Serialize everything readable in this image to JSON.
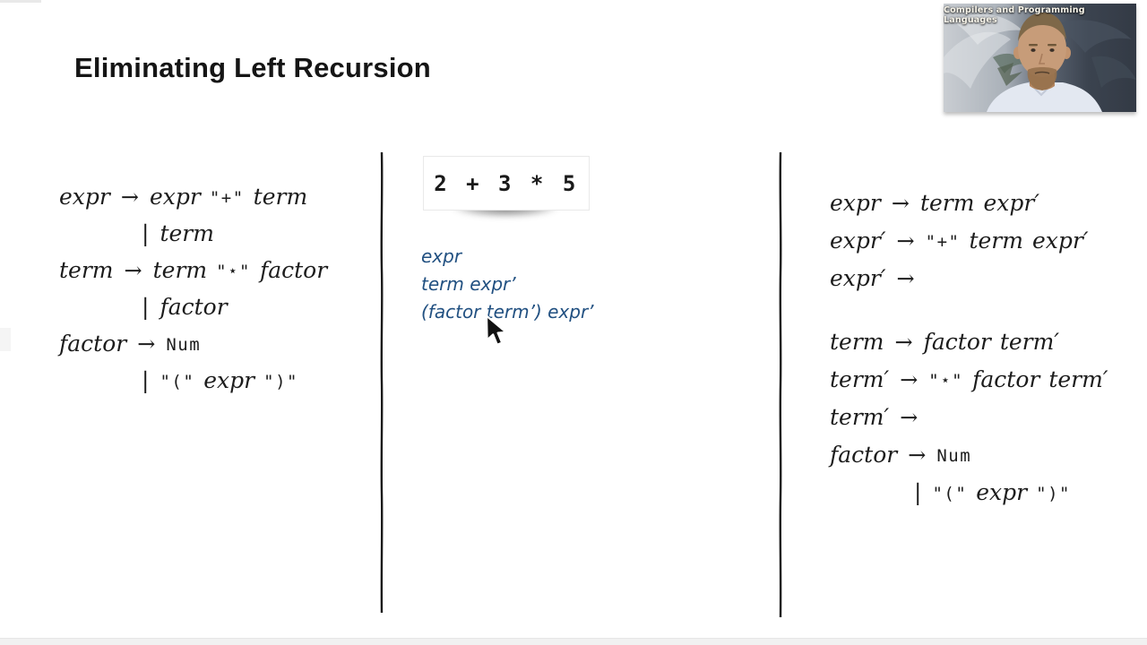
{
  "page": {
    "title": "Eliminating Left Recursion"
  },
  "webcam": {
    "caption": "Compilers and Programming Languages"
  },
  "middle": {
    "input_text": "2 + 3 * 5",
    "derivation_color": "#215081",
    "derivation_lines": [
      "expr",
      "term expr’",
      "(factor term’) expr’"
    ]
  },
  "left_grammar": {
    "lines": [
      {
        "indent": false,
        "segs": [
          [
            "m",
            "expr"
          ],
          [
            "a",
            "→"
          ],
          [
            "m",
            "expr"
          ],
          [
            "t",
            "\"+\""
          ],
          [
            "m",
            "term"
          ]
        ]
      },
      {
        "indent": true,
        "segs": [
          [
            "b",
            "|"
          ],
          [
            "m",
            "term"
          ]
        ]
      },
      {
        "indent": false,
        "segs": [
          [
            "m",
            "term"
          ],
          [
            "a",
            "→"
          ],
          [
            "m",
            "term"
          ],
          [
            "t",
            "\"⋆\""
          ],
          [
            "m",
            "factor"
          ]
        ]
      },
      {
        "indent": true,
        "segs": [
          [
            "b",
            "|"
          ],
          [
            "m",
            "factor"
          ]
        ]
      },
      {
        "indent": false,
        "segs": [
          [
            "m",
            "factor"
          ],
          [
            "a",
            "→"
          ],
          [
            "t",
            "Num"
          ]
        ]
      },
      {
        "indent": true,
        "segs": [
          [
            "b",
            "|"
          ],
          [
            "t",
            "\"(\""
          ],
          [
            "m",
            "expr"
          ],
          [
            "t",
            "\")\""
          ]
        ]
      }
    ]
  },
  "right_grammar": {
    "group1": [
      {
        "indent": false,
        "segs": [
          [
            "m",
            "expr"
          ],
          [
            "a",
            "→"
          ],
          [
            "m",
            "term"
          ],
          [
            "m",
            "expr′"
          ]
        ]
      },
      {
        "indent": false,
        "segs": [
          [
            "m",
            "expr′"
          ],
          [
            "a",
            "→"
          ],
          [
            "t",
            "\"+\""
          ],
          [
            "m",
            "term"
          ],
          [
            "m",
            "expr′"
          ]
        ]
      },
      {
        "indent": false,
        "segs": [
          [
            "m",
            "expr′"
          ],
          [
            "a",
            "→"
          ]
        ]
      }
    ],
    "group2": [
      {
        "indent": false,
        "segs": [
          [
            "m",
            "term"
          ],
          [
            "a",
            "→"
          ],
          [
            "m",
            "factor"
          ],
          [
            "m",
            "term′"
          ]
        ]
      },
      {
        "indent": false,
        "segs": [
          [
            "m",
            "term′"
          ],
          [
            "a",
            "→"
          ],
          [
            "t",
            "\"⋆\""
          ],
          [
            "m",
            "factor"
          ],
          [
            "m",
            "term′"
          ]
        ]
      },
      {
        "indent": false,
        "segs": [
          [
            "m",
            "term′"
          ],
          [
            "a",
            "→"
          ]
        ]
      },
      {
        "indent": false,
        "segs": [
          [
            "m",
            "factor"
          ],
          [
            "a",
            "→"
          ],
          [
            "t",
            "Num"
          ]
        ]
      },
      {
        "indent": true,
        "segs": [
          [
            "b",
            "|"
          ],
          [
            "t",
            "\"(\""
          ],
          [
            "m",
            "expr"
          ],
          [
            "t",
            "\")\""
          ]
        ]
      }
    ]
  },
  "colors": {
    "divider": "#1a1a1a",
    "text": "#1c1c1c"
  }
}
